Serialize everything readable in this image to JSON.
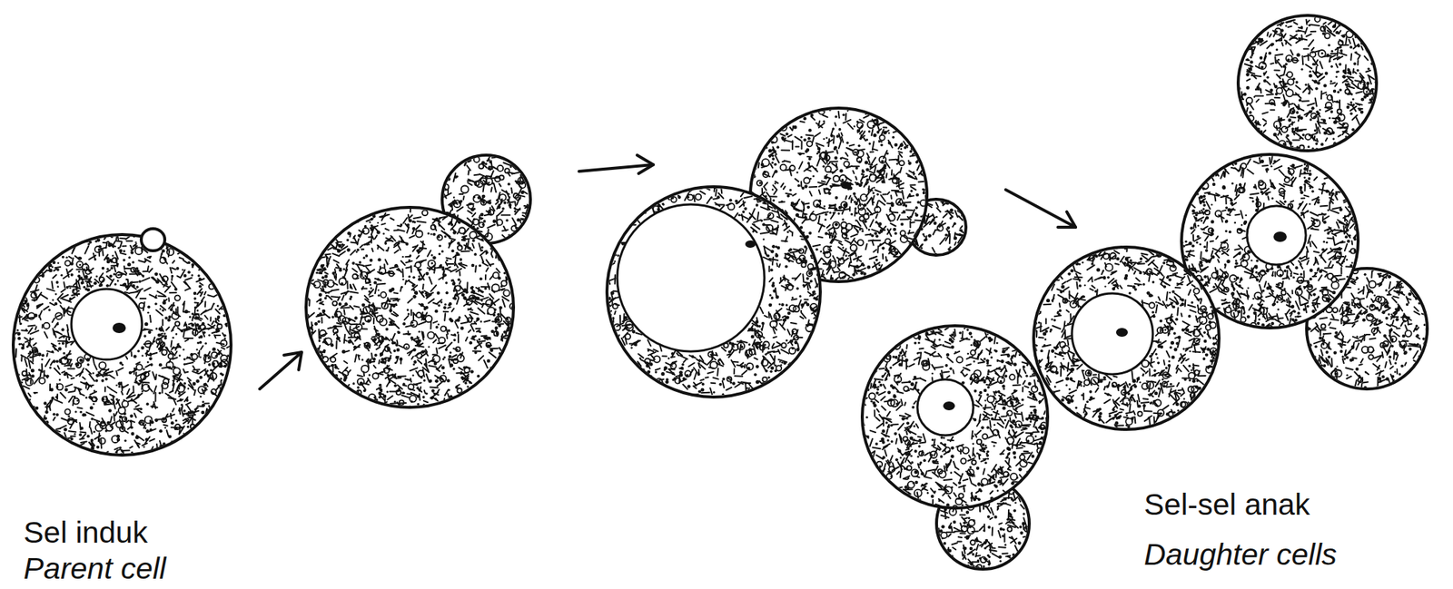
{
  "diagram": {
    "labels": [
      "Sel induk",
      "Parent cell",
      "Sel-sel anak",
      "Daughter cells"
    ]
  }
}
